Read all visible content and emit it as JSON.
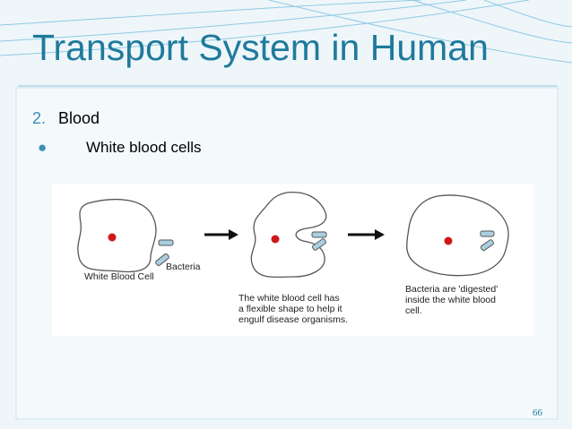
{
  "slide": {
    "title": "Transport System in Human",
    "item_number": "2.",
    "item_text": "Blood",
    "subitem_bullet": "●",
    "subitem_text": "White blood cells",
    "page_number": "66"
  },
  "figure": {
    "label_cell": "White Blood Cell",
    "label_bacteria": "Bacteria",
    "caption_middle": [
      "The white blood cell has",
      "a flexible shape to help it",
      "engulf disease organisms."
    ],
    "caption_right": [
      "Bacteria are 'digested'",
      "inside the white blood",
      "cell."
    ]
  },
  "colors": {
    "title": "#1f7a9c",
    "accent": "#3a8fb6",
    "nucleus": "#d01818",
    "bacteria": "#a9cfe0"
  }
}
